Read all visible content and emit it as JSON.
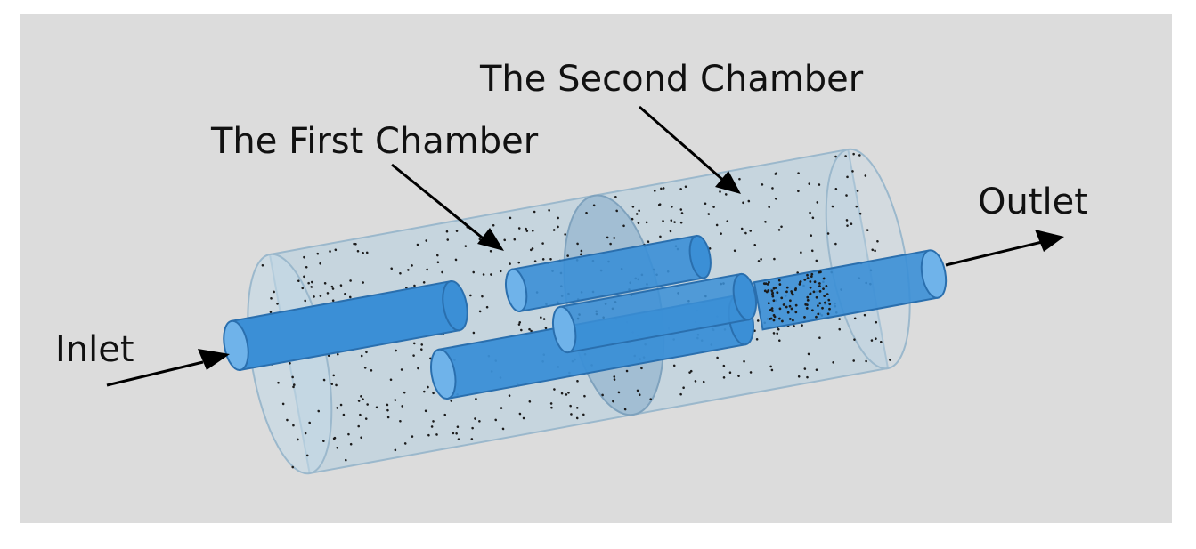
{
  "labels": {
    "inlet": "Inlet",
    "outlet": "Outlet",
    "first_chamber": "The First Chamber",
    "second_chamber": "The Second Chamber"
  },
  "colors": {
    "background_panel": "#dcdcdc",
    "shell_fill": "#b4cfe0",
    "shell_edge": "#9bb8cc",
    "pipe_fill": "#3b8fd6",
    "pipe_edge": "#2a6fae",
    "pipe_cap": "#6fb3ea",
    "arrow": "#000000",
    "dots": "#1b1b1b"
  }
}
